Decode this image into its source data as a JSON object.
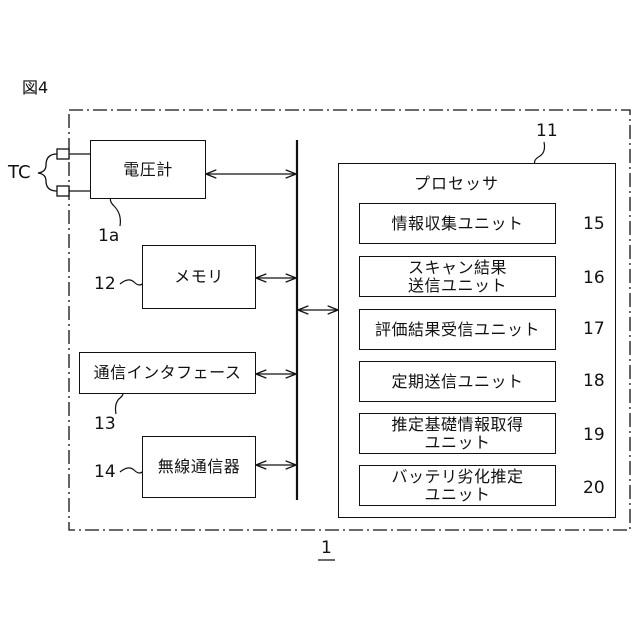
{
  "figure_label": "図4",
  "device_ref": "1",
  "tc_label": "TC",
  "voltmeter": {
    "label": "電圧計",
    "ref": "1a"
  },
  "memory": {
    "label": "メモリ",
    "ref": "12"
  },
  "comm_interface": {
    "label": "通信インタフェース",
    "ref": "13"
  },
  "wireless": {
    "label": "無線通信器",
    "ref": "14"
  },
  "processor": {
    "label": "プロセッサ",
    "ref": "11",
    "units": [
      {
        "lines": [
          "情報収集ユニット"
        ],
        "ref": "15"
      },
      {
        "lines": [
          "スキャン結果",
          "送信ユニット"
        ],
        "ref": "16"
      },
      {
        "lines": [
          "評価結果受信ユニット"
        ],
        "ref": "17"
      },
      {
        "lines": [
          "定期送信ユニット"
        ],
        "ref": "18"
      },
      {
        "lines": [
          "推定基礎情報取得",
          "ユニット"
        ],
        "ref": "19"
      },
      {
        "lines": [
          "バッテリ劣化推定",
          "ユニット"
        ],
        "ref": "20"
      }
    ]
  }
}
